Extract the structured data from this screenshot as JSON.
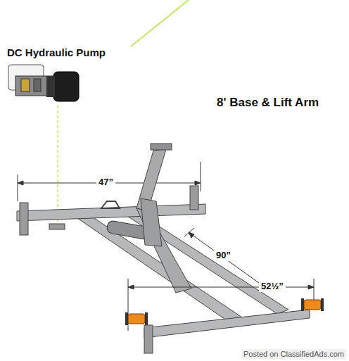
{
  "diagram": {
    "labels": [
      "DC Hydraulic Pump",
      "8' Base & Lift Arm",
      "47”",
      "90”",
      "52½”",
      "Posted on ClassifiedAds.com"
    ]
  }
}
